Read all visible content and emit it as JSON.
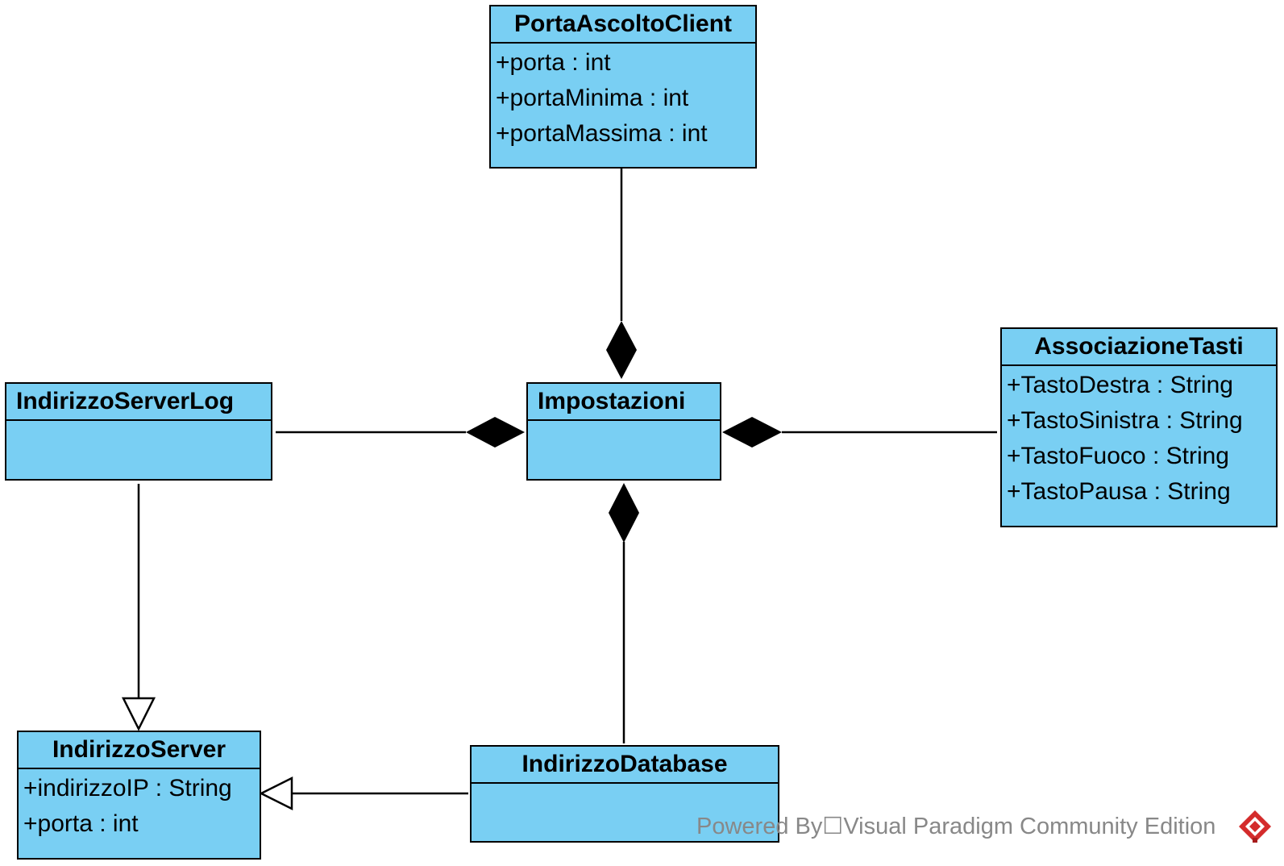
{
  "classes": {
    "porta_ascolto_client": {
      "name": "PortaAscoltoClient",
      "attributes": [
        "+porta : int",
        "+portaMinima : int",
        "+portaMassima : int"
      ]
    },
    "associazione_tasti": {
      "name": "AssociazioneTasti",
      "attributes": [
        "+TastoDestra : String",
        "+TastoSinistra : String",
        "+TastoFuoco : String",
        "+TastoPausa : String"
      ]
    },
    "indirizzo_server_log": {
      "name": "IndirizzoServerLog",
      "attributes": []
    },
    "impostazioni": {
      "name": "Impostazioni",
      "attributes": []
    },
    "indirizzo_server": {
      "name": "IndirizzoServer",
      "attributes": [
        "+indirizzoIP : String",
        "+porta : int"
      ]
    },
    "indirizzo_database": {
      "name": "IndirizzoDatabase",
      "attributes": []
    }
  },
  "relationships": [
    {
      "type": "composition",
      "whole": "Impostazioni",
      "part": "PortaAscoltoClient"
    },
    {
      "type": "composition",
      "whole": "Impostazioni",
      "part": "IndirizzoServerLog"
    },
    {
      "type": "composition",
      "whole": "Impostazioni",
      "part": "AssociazioneTasti"
    },
    {
      "type": "composition",
      "whole": "Impostazioni",
      "part": "IndirizzoDatabase"
    },
    {
      "type": "generalization",
      "child": "IndirizzoServerLog",
      "parent": "IndirizzoServer"
    },
    {
      "type": "generalization",
      "child": "IndirizzoDatabase",
      "parent": "IndirizzoServer"
    }
  ],
  "colors": {
    "class_fill": "#79cff3",
    "line": "#000000",
    "watermark": "#888888",
    "logo": "#d42b2b"
  },
  "watermark": {
    "text": "Powered By☐Visual Paradigm Community Edition"
  },
  "icons": {
    "logo": "visual-paradigm-logo-icon"
  }
}
